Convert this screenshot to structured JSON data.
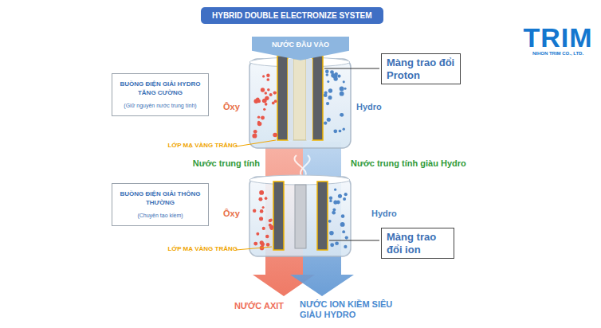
{
  "diagram": {
    "title": "HYBRID DOUBLE ELECTRONIZE SYSTEM",
    "nodes": [
      {
        "text": [
          "TRIM",
          "NIHON TRIM CO., LTD."
        ]
      },
      {
        "text": [
          "NƯỚC ĐẦU VÀO"
        ]
      },
      {
        "text": [
          "Màng trao đổi Proton"
        ]
      },
      {
        "text": [
          "BUỒNG ĐIỆN GIẢI HYDRO TĂNG CƯỜNG",
          "(Giữ nguyên nước trung tính)"
        ]
      },
      {
        "text": [
          "BUỒNG ĐIỆN GIẢI THÔNG THƯỜNG",
          "(Chuyên tạo kiềm)"
        ]
      },
      {
        "text": [
          "Màng trao đổi ion"
        ]
      }
    ],
    "labels": [
      "Ôxy",
      "Hydro",
      "LỚP MẠ VÀNG TRẮNG",
      "Nước trung tính",
      "Nước trung tính giàu Hydro",
      "Ôxy",
      "Hydro",
      "LỚP MẠ VÀNG TRẮNG",
      "NƯỚC AXIT",
      "NƯỚC ION KIỀM SIÊU GIÀU HYDRO"
    ]
  }
}
